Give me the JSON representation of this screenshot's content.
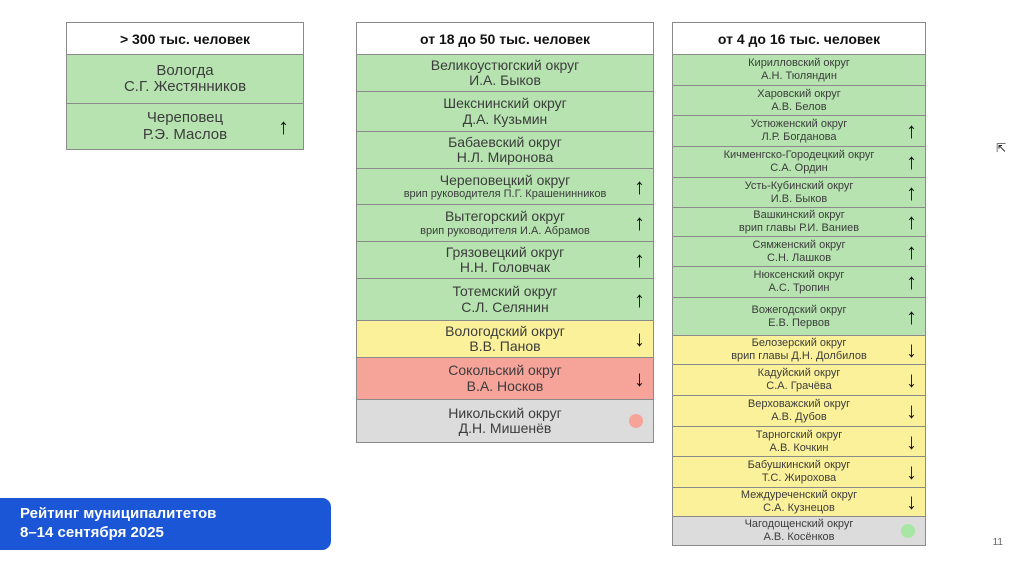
{
  "groups": [
    {
      "header": "> 300 тыс. человек",
      "rows": [
        {
          "name": "Вологда",
          "person": "С.Г. Жестянников",
          "status": "green",
          "trend": ""
        },
        {
          "name": "Череповец",
          "person": "Р.Э. Маслов",
          "status": "green",
          "trend": "up"
        }
      ]
    },
    {
      "header": "от 18 до 50 тыс. человек",
      "rows": [
        {
          "name": "Великоустюгский округ",
          "person": "И.А. Быков",
          "status": "green",
          "trend": ""
        },
        {
          "name": "Шекснинский округ",
          "person": "Д.А. Кузьмин",
          "status": "green",
          "trend": ""
        },
        {
          "name": "Бабаевский округ",
          "person": "Н.Л. Миронова",
          "status": "green",
          "trend": ""
        },
        {
          "name": "Череповецкий округ",
          "person": "врип руководителя П.Г. Крашенинников",
          "status": "green",
          "trend": "up"
        },
        {
          "name": "Вытегорский округ",
          "person": "врип руководителя И.А. Абрамов",
          "status": "green",
          "trend": "up"
        },
        {
          "name": "Грязовецкий округ",
          "person": "Н.Н. Головчак",
          "status": "green",
          "trend": "up"
        },
        {
          "name": "Тотемский округ",
          "person": "С.Л. Селянин",
          "status": "green",
          "trend": "up"
        },
        {
          "name": "Вологодский округ",
          "person": "В.В. Панов",
          "status": "yellow",
          "trend": "down"
        },
        {
          "name": "Сокольский округ",
          "person": "В.А. Носков",
          "status": "red",
          "trend": "down"
        },
        {
          "name": "Никольский округ",
          "person": "Д.Н. Мишенёв",
          "status": "gray",
          "trend": "",
          "dot": "#f6a39a"
        }
      ]
    },
    {
      "header": "от 4 до 16 тыс. человек",
      "rows": [
        {
          "name": "Кирилловский округ",
          "person": "А.Н. Тюляндин",
          "status": "green",
          "trend": ""
        },
        {
          "name": "Харовский округ",
          "person": "А.В. Белов",
          "status": "green",
          "trend": ""
        },
        {
          "name": "Устюженский округ",
          "person": "Л.Р. Богданова",
          "status": "green",
          "trend": "up"
        },
        {
          "name": "Кичменгско-Городецкий округ",
          "person": "С.А. Ордин",
          "status": "green",
          "trend": "up"
        },
        {
          "name": "Усть-Кубинский округ",
          "person": "И.В. Быков",
          "status": "green",
          "trend": "up"
        },
        {
          "name": "Вашкинский округ",
          "person": "врип главы Р.И. Ваниев",
          "status": "green",
          "trend": "up"
        },
        {
          "name": "Сямженский округ",
          "person": "С.Н. Лашков",
          "status": "green",
          "trend": "up"
        },
        {
          "name": "Нюксенский округ",
          "person": "А.С. Тропин",
          "status": "green",
          "trend": "up"
        },
        {
          "name": "Вожегодский округ",
          "person": "Е.В. Первов",
          "status": "green",
          "trend": "up"
        },
        {
          "name": "Белозерский округ",
          "person": "врип главы Д.Н. Долбилов",
          "status": "yellow",
          "trend": "down"
        },
        {
          "name": "Кадуйский округ",
          "person": "С.А. Грачёва",
          "status": "yellow",
          "trend": "down"
        },
        {
          "name": "Верховажский округ",
          "person": "А.В. Дубов",
          "status": "yellow",
          "trend": "down"
        },
        {
          "name": "Тарногский округ",
          "person": "А.В. Кочкин",
          "status": "yellow",
          "trend": "down"
        },
        {
          "name": "Бабушкинский округ",
          "person": "Т.С. Жирохова",
          "status": "yellow",
          "trend": "down"
        },
        {
          "name": "Междуреченский округ",
          "person": "С.А. Кузнецов",
          "status": "yellow",
          "trend": "down"
        },
        {
          "name": "Чагодощенский округ",
          "person": "А.В. Косёнков",
          "status": "gray",
          "trend": "",
          "dot": "#a8e6a3"
        }
      ]
    }
  ],
  "badge": {
    "line1": "Рейтинг муниципалитетов",
    "line2": "8–14 сентября 2025"
  },
  "page_number": "11",
  "icons": {
    "up": "arrow-up-icon",
    "down": "arrow-down-icon",
    "cursor": "cursor-icon"
  }
}
